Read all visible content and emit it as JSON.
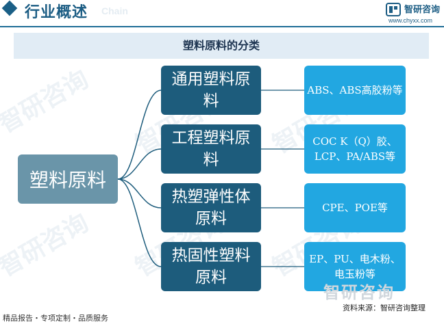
{
  "header": {
    "title": "行业概述",
    "title_en": "Chain",
    "logo_text": "智研咨询",
    "logo_url": "www.chyxx.com"
  },
  "banner": {
    "title": "塑料原料的分类"
  },
  "diagram": {
    "root": "塑料原料",
    "categories": [
      {
        "label": "通用塑料原料",
        "detail": "ABS、ABS高胶粉等"
      },
      {
        "label": "工程塑料原料",
        "detail": "COC K（Q）胶、LCP、PA/ABS等"
      },
      {
        "label": "热塑弹性体原料",
        "detail": "CPE、POE等"
      },
      {
        "label": "热固性塑料原料",
        "detail": "EP、PU、电木粉、电玉粉等"
      }
    ]
  },
  "watermark": {
    "text": "智研咨询"
  },
  "footer": {
    "left": "精品报告・专项定制・品质服务",
    "source": "资料来源：智研咨询整理"
  },
  "colors": {
    "brand": "#1c5d84",
    "root_box": "#6a95a9",
    "category_box": "#1d5c7c",
    "detail_box": "#22a7e1",
    "banner_bg": "#e1ecf5"
  }
}
